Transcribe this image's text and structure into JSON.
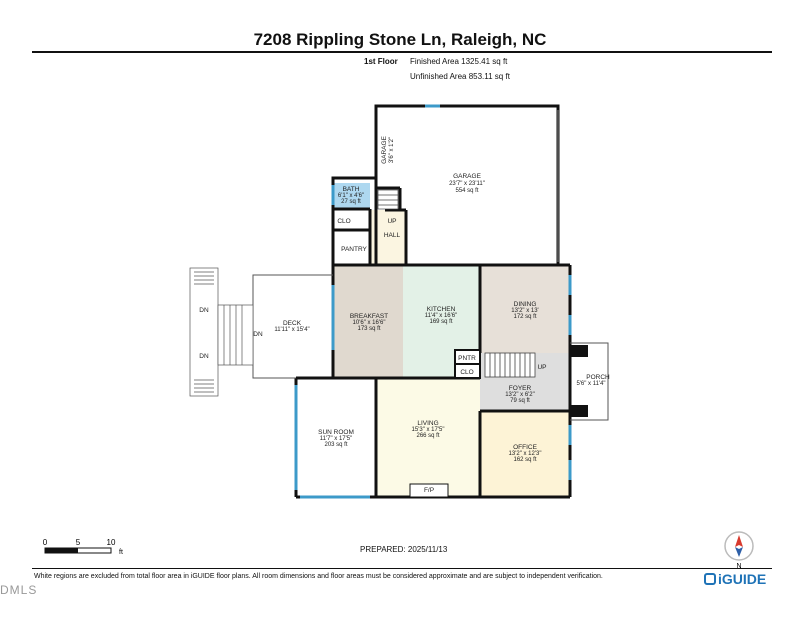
{
  "header": {
    "title": "7208 Rippling Stone Ln, Raleigh, NC",
    "floor": "1st Floor",
    "finished": "Finished Area 1325.41 sq ft",
    "unfinished": "Unfinished Area 853.11 sq ft"
  },
  "rooms": [
    {
      "key": "garage",
      "name": "GARAGE",
      "dim": "23'7\" x 23'11\"",
      "area": "554 sq ft"
    },
    {
      "key": "garage_small",
      "name": "GARAGE",
      "dim": "3'6\" x 1'2\"",
      "area": ""
    },
    {
      "key": "bath",
      "name": "BATH",
      "dim": "6'1\" x 4'6\"",
      "area": "27 sq ft"
    },
    {
      "key": "clo1",
      "name": "CLO",
      "dim": "",
      "area": ""
    },
    {
      "key": "up1",
      "name": "UP",
      "dim": "",
      "area": ""
    },
    {
      "key": "hall",
      "name": "HALL",
      "dim": "",
      "area": ""
    },
    {
      "key": "pantry",
      "name": "PANTRY",
      "dim": "",
      "area": ""
    },
    {
      "key": "deck",
      "name": "DECK",
      "dim": "11'11\" x 15'4\"",
      "area": ""
    },
    {
      "key": "breakfast",
      "name": "BREAKFAST",
      "dim": "10'6\" x 16'6\"",
      "area": "173 sq ft"
    },
    {
      "key": "kitchen",
      "name": "KITCHEN",
      "dim": "11'4\" x 16'6\"",
      "area": "169 sq ft"
    },
    {
      "key": "dining",
      "name": "DINING",
      "dim": "13'2\" x 13'",
      "area": "172 sq ft"
    },
    {
      "key": "pntr",
      "name": "PNTR",
      "dim": "",
      "area": ""
    },
    {
      "key": "clo2",
      "name": "CLO",
      "dim": "",
      "area": ""
    },
    {
      "key": "up2",
      "name": "UP",
      "dim": "",
      "area": ""
    },
    {
      "key": "foyer",
      "name": "FOYER",
      "dim": "13'2\" x 6'2\"",
      "area": "79 sq ft"
    },
    {
      "key": "porch",
      "name": "PORCH",
      "dim": "5'6\" x 11'4\"",
      "area": ""
    },
    {
      "key": "sunroom",
      "name": "SUN ROOM",
      "dim": "11'7\" x 17'5\"",
      "area": "203 sq ft"
    },
    {
      "key": "living",
      "name": "LIVING",
      "dim": "15'3\" x 17'5\"",
      "area": "266 sq ft"
    },
    {
      "key": "fp",
      "name": "F/P",
      "dim": "",
      "area": ""
    },
    {
      "key": "office",
      "name": "OFFICE",
      "dim": "13'2\" x 12'3\"",
      "area": "162 sq ft"
    }
  ],
  "stairs": {
    "dn1": "DN",
    "dn2": "DN",
    "dn3": "DN"
  },
  "scale": {
    "t0": "0",
    "t5": "5",
    "t10": "10",
    "unit": "ft"
  },
  "prepared": "PREPARED: 2025/11/13",
  "footer": {
    "disclaimer": "White regions are excluded from total floor area in iGUIDE floor plans. All room dimensions and floor areas must be considered approximate and are subject to independent verification.",
    "brand": "iGUIDE",
    "mls": "DMLS"
  },
  "compass_label": "N",
  "colors": {
    "bath": "#aed8f0",
    "breakfast": "#e0d9cf",
    "kitchen": "#e3f1e7",
    "dining": "#e7e0d8",
    "living": "#fcfae6",
    "office": "#fdf3d6",
    "hall": "#fbf5e1",
    "foyer": "#dedede",
    "wall": "#111111",
    "window": "#3c9ac9",
    "brand": "#1f73b7"
  }
}
